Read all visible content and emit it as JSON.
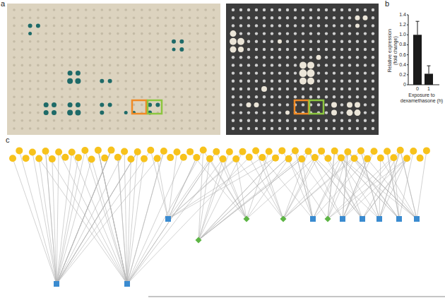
{
  "diagram": {
    "labels": [
      "a",
      "b",
      "1.4",
      "1.2",
      "1.0",
      "0.8",
      "0.6",
      "0.4",
      "0.2",
      "0",
      "Relative expression (fold change)",
      "0",
      "1",
      "Exposure to dexamethasone (h)",
      "c"
    ]
  }
}
